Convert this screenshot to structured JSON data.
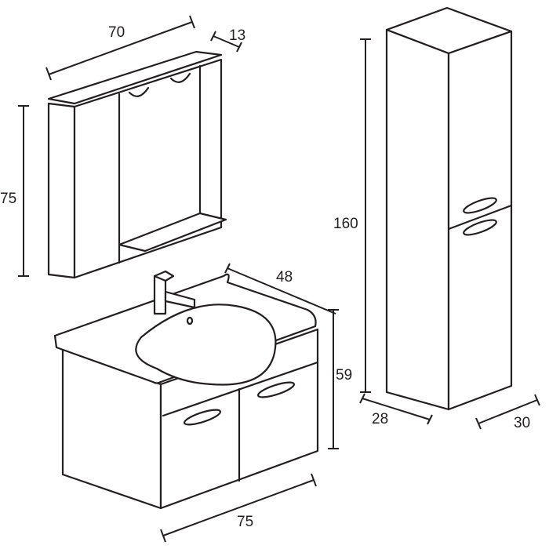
{
  "dimensions": {
    "mirror_width": "70",
    "mirror_depth": "13",
    "mirror_height": "75",
    "vanity_depth": "48",
    "vanity_height": "59",
    "vanity_width": "75",
    "tall_cabinet_height": "160",
    "tall_cabinet_depth": "28",
    "tall_cabinet_width": "30"
  },
  "colors": {
    "line": "#231f20",
    "background": "#ffffff"
  }
}
